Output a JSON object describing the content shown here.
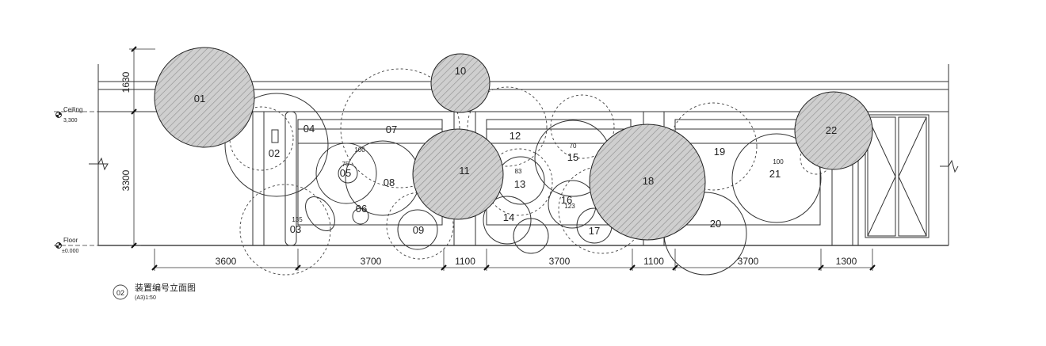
{
  "drawing": {
    "levels": {
      "ceiling_label": "Ceiling",
      "ceiling_value": "3,300",
      "floor_label": "Floor",
      "floor_value": "±0.000"
    },
    "vertical_dims": [
      "1630",
      "3300"
    ],
    "horizontal_dims": [
      "3600",
      "3700",
      "1100",
      "3700",
      "1100",
      "3700",
      "1300"
    ],
    "installations": [
      {
        "id": "01",
        "hatched": true
      },
      {
        "id": "02",
        "hatched": false
      },
      {
        "id": "03",
        "hatched": false
      },
      {
        "id": "04",
        "hatched": false
      },
      {
        "id": "05",
        "hatched": false
      },
      {
        "id": "06",
        "hatched": false
      },
      {
        "id": "07",
        "hatched": false
      },
      {
        "id": "08",
        "hatched": false
      },
      {
        "id": "09",
        "hatched": false
      },
      {
        "id": "10",
        "hatched": true
      },
      {
        "id": "11",
        "hatched": true
      },
      {
        "id": "12",
        "hatched": false
      },
      {
        "id": "13",
        "hatched": false
      },
      {
        "id": "14",
        "hatched": false
      },
      {
        "id": "15",
        "hatched": false
      },
      {
        "id": "16",
        "hatched": false
      },
      {
        "id": "17",
        "hatched": false
      },
      {
        "id": "18",
        "hatched": true
      },
      {
        "id": "19",
        "hatched": false
      },
      {
        "id": "20",
        "hatched": false
      },
      {
        "id": "21",
        "hatched": false
      },
      {
        "id": "22",
        "hatched": true
      }
    ],
    "size_notes": [
      "100",
      "75",
      "135",
      "83",
      "70",
      "123",
      "100"
    ],
    "title": {
      "number": "02",
      "name": "装置编号立面图",
      "scale": "(A3)1:50"
    }
  }
}
